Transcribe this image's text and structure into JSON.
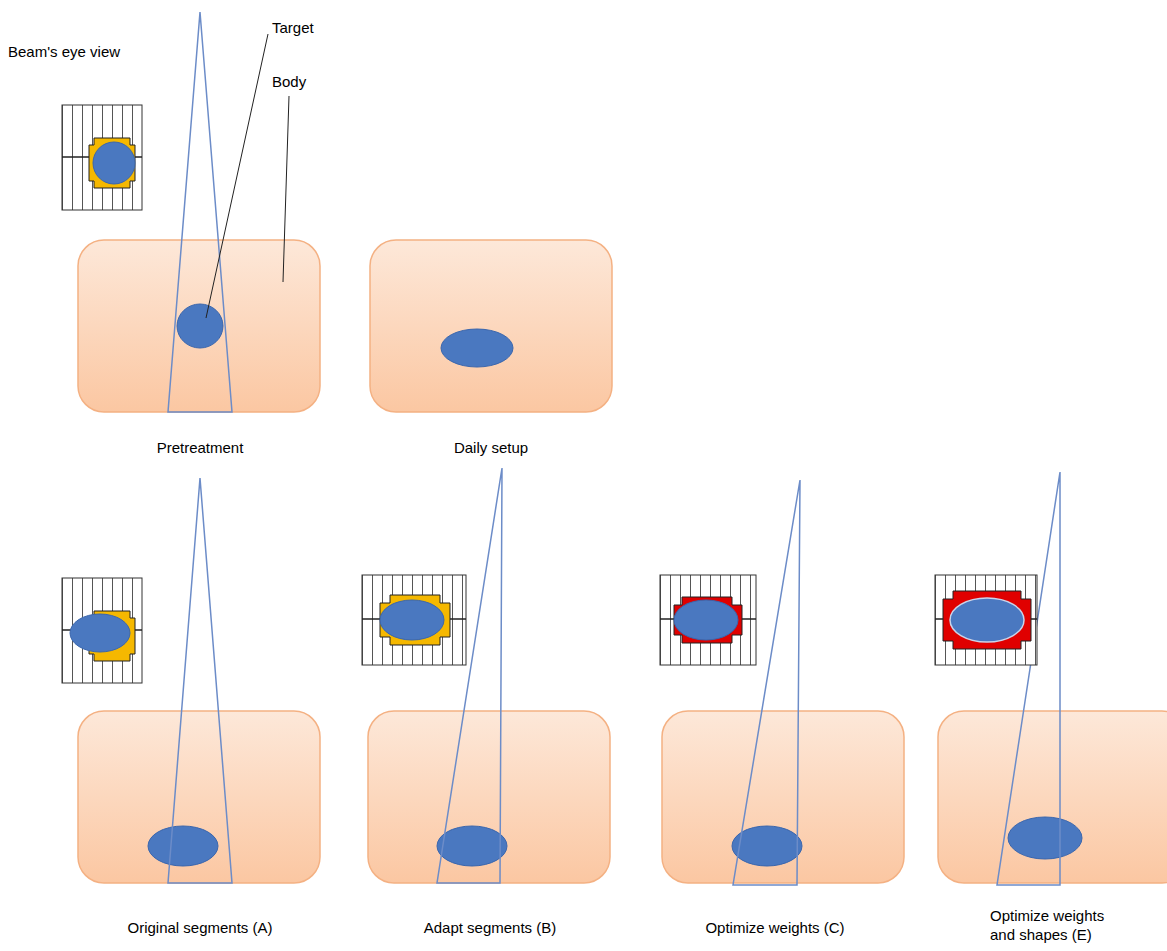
{
  "diagram": {
    "labels": [
      "Beam's eye view",
      "Target",
      "Body",
      "Pretreatment",
      "Daily setup",
      "Original segments (A)",
      "Adapt segments (B)",
      "Optimize weights (C)",
      "Optimize weights and shapes (E)"
    ]
  }
}
